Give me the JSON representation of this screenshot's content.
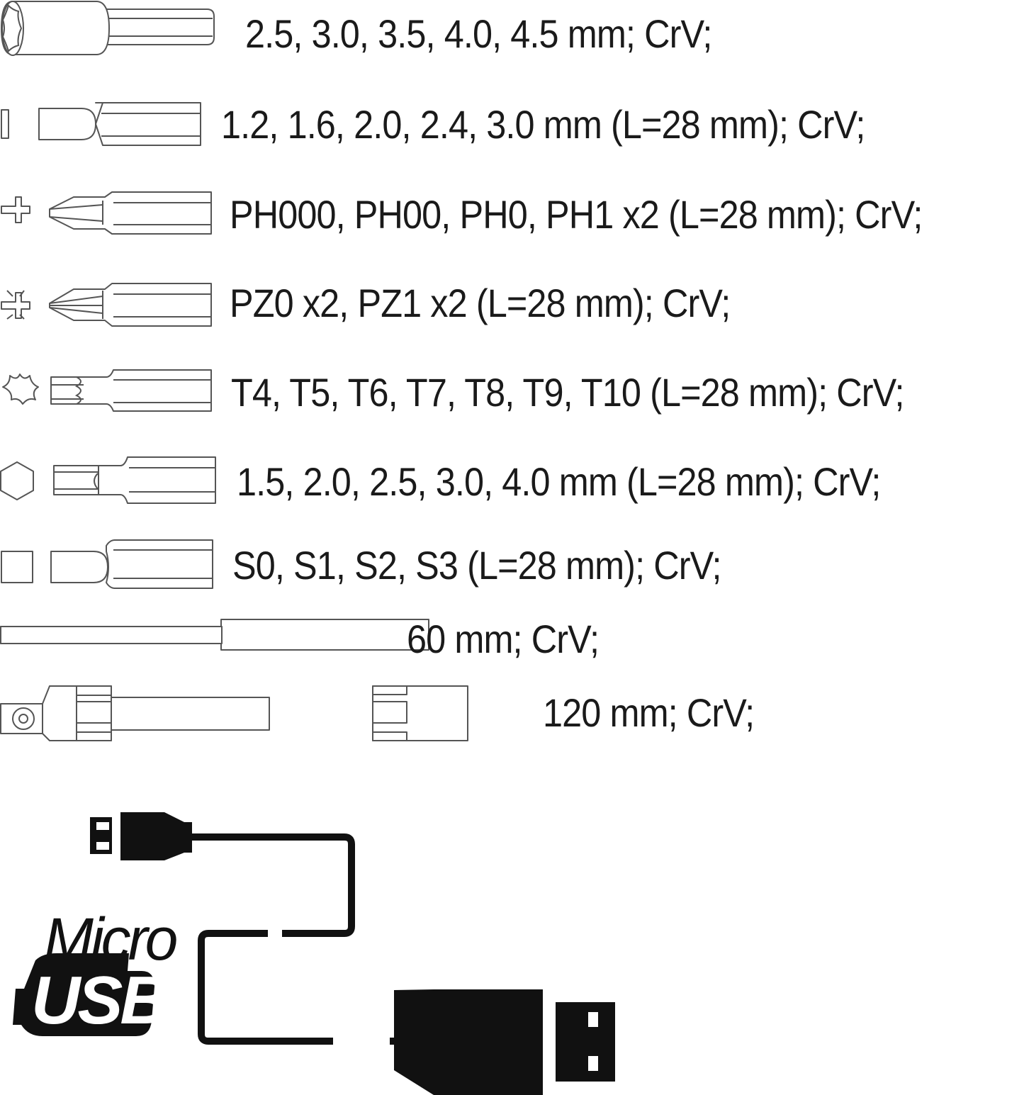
{
  "items": [
    {
      "type": "socket",
      "label": "2.5, 3.0, 3.5, 4.0, 4.5 mm; CrV;"
    },
    {
      "type": "slotted-bit",
      "label": "1.2, 1.6, 2.0, 2.4, 3.0 mm (L=28 mm); CrV;"
    },
    {
      "type": "phillips-bit",
      "label": "PH000, PH00, PH0, PH1 x2 (L=28 mm); CrV;"
    },
    {
      "type": "pozidriv-bit",
      "label": "PZ0 x2, PZ1 x2 (L=28 mm); CrV;"
    },
    {
      "type": "torx-bit",
      "label": "T4, T5, T6, T7, T8, T9, T10 (L=28 mm); CrV;"
    },
    {
      "type": "hex-bit",
      "label": "1.5, 2.0, 2.5, 3.0, 4.0 mm (L=28 mm); CrV;"
    },
    {
      "type": "square-bit",
      "label": "S0, S1, S2, S3 (L=28 mm); CrV;"
    },
    {
      "type": "extension-bar",
      "label": "60 mm; CrV;"
    },
    {
      "type": "flexible-extension",
      "label": "120 mm; CrV;"
    }
  ],
  "usb": {
    "logo_top": "Micro",
    "logo_bottom": "USB"
  },
  "colors": {
    "line": "#555555",
    "text": "#1a1a1a",
    "fill_dark": "#111111",
    "background": "#ffffff"
  }
}
